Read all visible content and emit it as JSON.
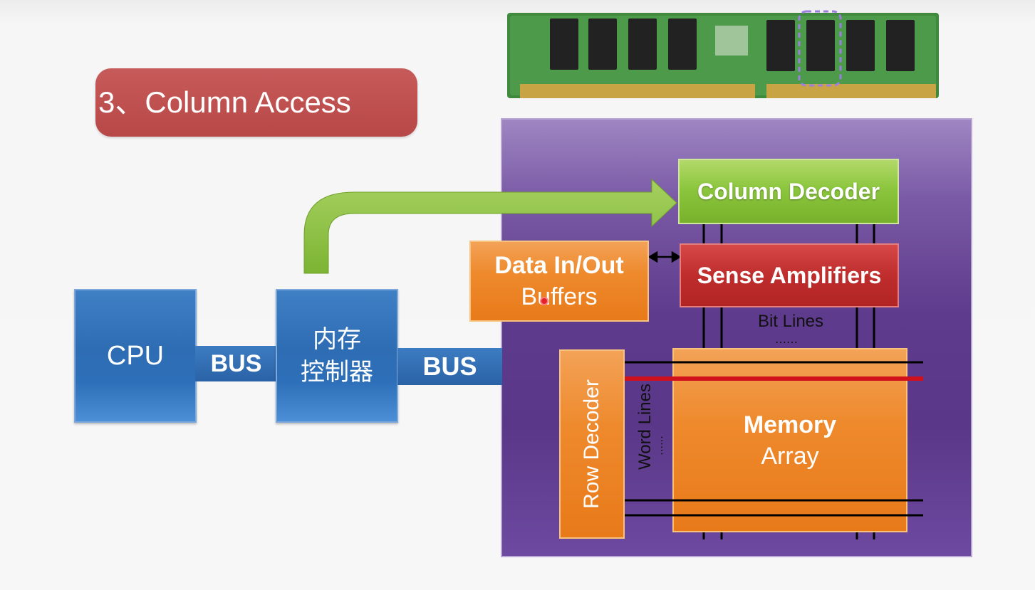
{
  "title": "3、Column Access",
  "cpu": {
    "label": "CPU"
  },
  "memory_controller": {
    "line1": "内存",
    "line2": "控制器"
  },
  "bus_left": {
    "label": "BUS"
  },
  "bus_right": {
    "label": "BUS"
  },
  "dram": {
    "column_decoder": "Column Decoder",
    "sense_amplifiers": "Sense Amplifiers",
    "data_buffers": {
      "line1": "Data In/Out",
      "line2": "Buffers"
    },
    "row_decoder": "Row Decoder",
    "memory_array": {
      "line1": "Memory",
      "line2": "Array"
    },
    "bit_lines_label": "Bit Lines",
    "word_lines_label": "Word Lines"
  },
  "colors": {
    "title_bg": "#b84848",
    "cpu_blue": "#2e6db4",
    "arrow_green": "#8cc63e",
    "panel_purple": "#5e3b8c",
    "orange": "#ee8a2d",
    "sense_red": "#bf2d2d",
    "active_word_line": "#d0101a"
  },
  "icons": [
    "ram-stick-image",
    "highlight-chip-dashed-outline",
    "cursor-icon",
    "double-arrow-icon"
  ]
}
